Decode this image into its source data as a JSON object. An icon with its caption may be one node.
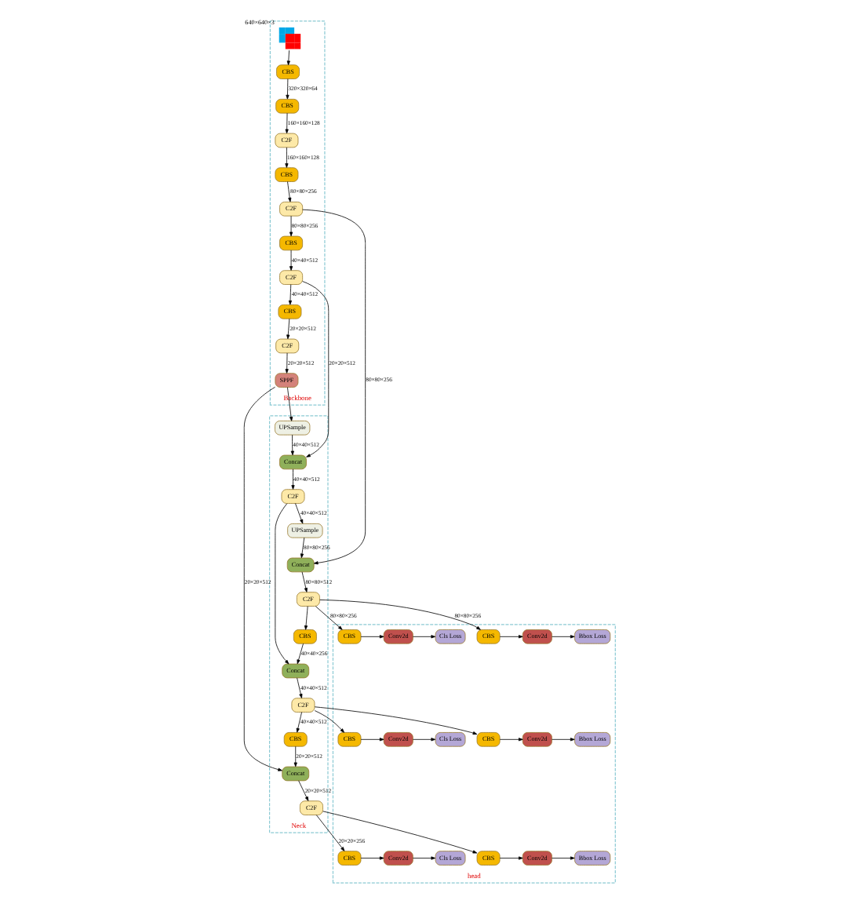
{
  "diagram": {
    "nodes": [
      {
        "text": [
          "Backbone"
        ]
      },
      {
        "text": [
          "Neck"
        ]
      },
      {
        "text": [
          "head"
        ]
      },
      {
        "text": [],
        "shape": "picture",
        "in": 0,
        "beside": [
          "640×640×3"
        ]
      },
      {
        "text": [
          "CBS"
        ],
        "in": 0
      },
      {
        "text": [
          "CBS"
        ],
        "in": 0
      },
      {
        "text": [
          "C2F"
        ],
        "in": 0
      },
      {
        "text": [
          "CBS"
        ],
        "in": 0
      },
      {
        "text": [
          "C2F"
        ],
        "in": 0
      },
      {
        "text": [
          "CBS"
        ],
        "in": 0
      },
      {
        "text": [
          "C2F"
        ],
        "in": 0
      },
      {
        "text": [
          "CBS"
        ],
        "in": 0
      },
      {
        "text": [
          "C2F"
        ],
        "in": 0
      },
      {
        "text": [
          "SPPF"
        ],
        "in": 0
      },
      {
        "text": [
          "C2F"
        ],
        "in": 1
      },
      {
        "text": [
          "Concat"
        ],
        "in": 1
      },
      {
        "text": [
          "UPSample"
        ],
        "in": 1
      },
      {
        "text": [
          "C2F"
        ],
        "in": 1
      },
      {
        "text": [
          "Concat"
        ],
        "in": 1
      },
      {
        "text": [
          "UPSample"
        ],
        "in": 1
      },
      {
        "text": [
          "CBS"
        ],
        "in": 1
      },
      {
        "text": [
          "Concat"
        ],
        "in": 1
      },
      {
        "text": [
          "C2F"
        ],
        "in": 1
      },
      {
        "text": [
          "CBS"
        ],
        "in": 1
      },
      {
        "text": [
          "Concat"
        ],
        "in": 1
      },
      {
        "text": [
          "C2F"
        ],
        "in": 1
      },
      {
        "text": [
          "CBS"
        ],
        "in": 2
      },
      {
        "text": [
          "Conv2d"
        ],
        "in": 2
      },
      {
        "text": [
          "Bbox Loss"
        ],
        "in": 2
      },
      {
        "text": [
          "CBS"
        ],
        "in": 2
      },
      {
        "text": [
          "Conv2d"
        ],
        "in": 2
      },
      {
        "text": [
          "Cls Loss"
        ],
        "in": 2
      },
      {
        "text": [
          "CBS"
        ],
        "in": 2
      },
      {
        "text": [
          "Conv2d"
        ],
        "in": 2
      },
      {
        "text": [
          "Bbox Loss"
        ],
        "in": 2
      },
      {
        "text": [
          "CBS"
        ],
        "in": 2
      },
      {
        "text": [
          "Conv2d"
        ],
        "in": 2
      },
      {
        "text": [
          "Cls Loss"
        ],
        "in": 2
      },
      {
        "text": [
          "CBS"
        ],
        "in": 2
      },
      {
        "text": [
          "Conv2d"
        ],
        "in": 2
      },
      {
        "text": [
          "Bbox Loss"
        ],
        "in": 2
      },
      {
        "text": [
          "CBS"
        ],
        "in": 2
      },
      {
        "text": [
          "Conv2d"
        ],
        "in": 2
      },
      {
        "text": [
          "Cls Loss"
        ],
        "in": 2
      }
    ],
    "edges": [
      {
        "from": 3,
        "to": 4,
        "arrow": "to"
      },
      {
        "from": 4,
        "to": 5,
        "arrow": "to",
        "label": "320×320×64"
      },
      {
        "from": 5,
        "to": 6,
        "arrow": "to",
        "label": "160×160×128"
      },
      {
        "from": 6,
        "to": 7,
        "arrow": "to",
        "label": "160×160×128"
      },
      {
        "from": 7,
        "to": 8,
        "arrow": "to",
        "label": "80×80×256"
      },
      {
        "from": 8,
        "to": 9,
        "arrow": "to",
        "label": "80×80×256"
      },
      {
        "from": 9,
        "to": 10,
        "arrow": "to",
        "label": "40×40×512"
      },
      {
        "from": 10,
        "to": 11,
        "arrow": "to",
        "label": "40×40×512"
      },
      {
        "from": 11,
        "to": 12,
        "arrow": "to",
        "label": "20×20×512"
      },
      {
        "from": 12,
        "to": 13,
        "arrow": "to",
        "label": "20×20×512"
      },
      {
        "from": 8,
        "to": 15,
        "arrow": "to",
        "label": "80×80×256"
      },
      {
        "from": 10,
        "to": 18,
        "arrow": "to",
        "label": "20×20×512"
      },
      {
        "from": 13,
        "to": 24,
        "arrow": "to",
        "label": "20×20×512"
      },
      {
        "from": 13,
        "to": 19,
        "arrow": "to"
      },
      {
        "from": 19,
        "to": 18,
        "arrow": "to",
        "label": "40×40×512"
      },
      {
        "from": 18,
        "to": 17,
        "arrow": "to",
        "label": "40×40×512"
      },
      {
        "from": 17,
        "to": 16,
        "arrow": "to",
        "label": "40×40×512"
      },
      {
        "from": 17,
        "to": 21,
        "arrow": "to"
      },
      {
        "from": 16,
        "to": 15,
        "arrow": "to",
        "label": "80×80×256"
      },
      {
        "from": 15,
        "to": 14,
        "arrow": "to",
        "label": "80×80×512"
      },
      {
        "from": 14,
        "to": 20,
        "arrow": "to"
      },
      {
        "from": 14,
        "to": 26,
        "arrow": "to",
        "label": "80×80×256"
      },
      {
        "from": 14,
        "to": 29,
        "arrow": "to",
        "label": "80×80×256"
      },
      {
        "from": 20,
        "to": 21,
        "arrow": "to",
        "label": "40×40×256"
      },
      {
        "from": 21,
        "to": 22,
        "arrow": "to",
        "label": "40×40×512"
      },
      {
        "from": 22,
        "to": 23,
        "arrow": "to",
        "label": "40×40×512"
      },
      {
        "from": 22,
        "to": 32,
        "arrow": "to"
      },
      {
        "from": 22,
        "to": 35,
        "arrow": "to"
      },
      {
        "from": 23,
        "to": 24,
        "arrow": "to",
        "label": "20×20×512"
      },
      {
        "from": 24,
        "to": 25,
        "arrow": "to",
        "label": "20×20×512"
      },
      {
        "from": 25,
        "to": 38,
        "arrow": "to"
      },
      {
        "from": 25,
        "to": 41,
        "arrow": "to",
        "label": "20×20×256"
      },
      {
        "from": 26,
        "to": 27,
        "arrow": "to"
      },
      {
        "from": 27,
        "to": 28,
        "arrow": "to"
      },
      {
        "from": 29,
        "to": 30,
        "arrow": "to"
      },
      {
        "from": 30,
        "to": 31,
        "arrow": "to"
      },
      {
        "from": 32,
        "to": 33,
        "arrow": "to"
      },
      {
        "from": 33,
        "to": 34,
        "arrow": "to"
      },
      {
        "from": 35,
        "to": 36,
        "arrow": "to"
      },
      {
        "from": 36,
        "to": 37,
        "arrow": "to"
      },
      {
        "from": 38,
        "to": 39,
        "arrow": "to"
      },
      {
        "from": 39,
        "to": 40,
        "arrow": "to"
      },
      {
        "from": 41,
        "to": 42,
        "arrow": "to"
      },
      {
        "from": 42,
        "to": 43,
        "arrow": "to"
      }
    ]
  }
}
